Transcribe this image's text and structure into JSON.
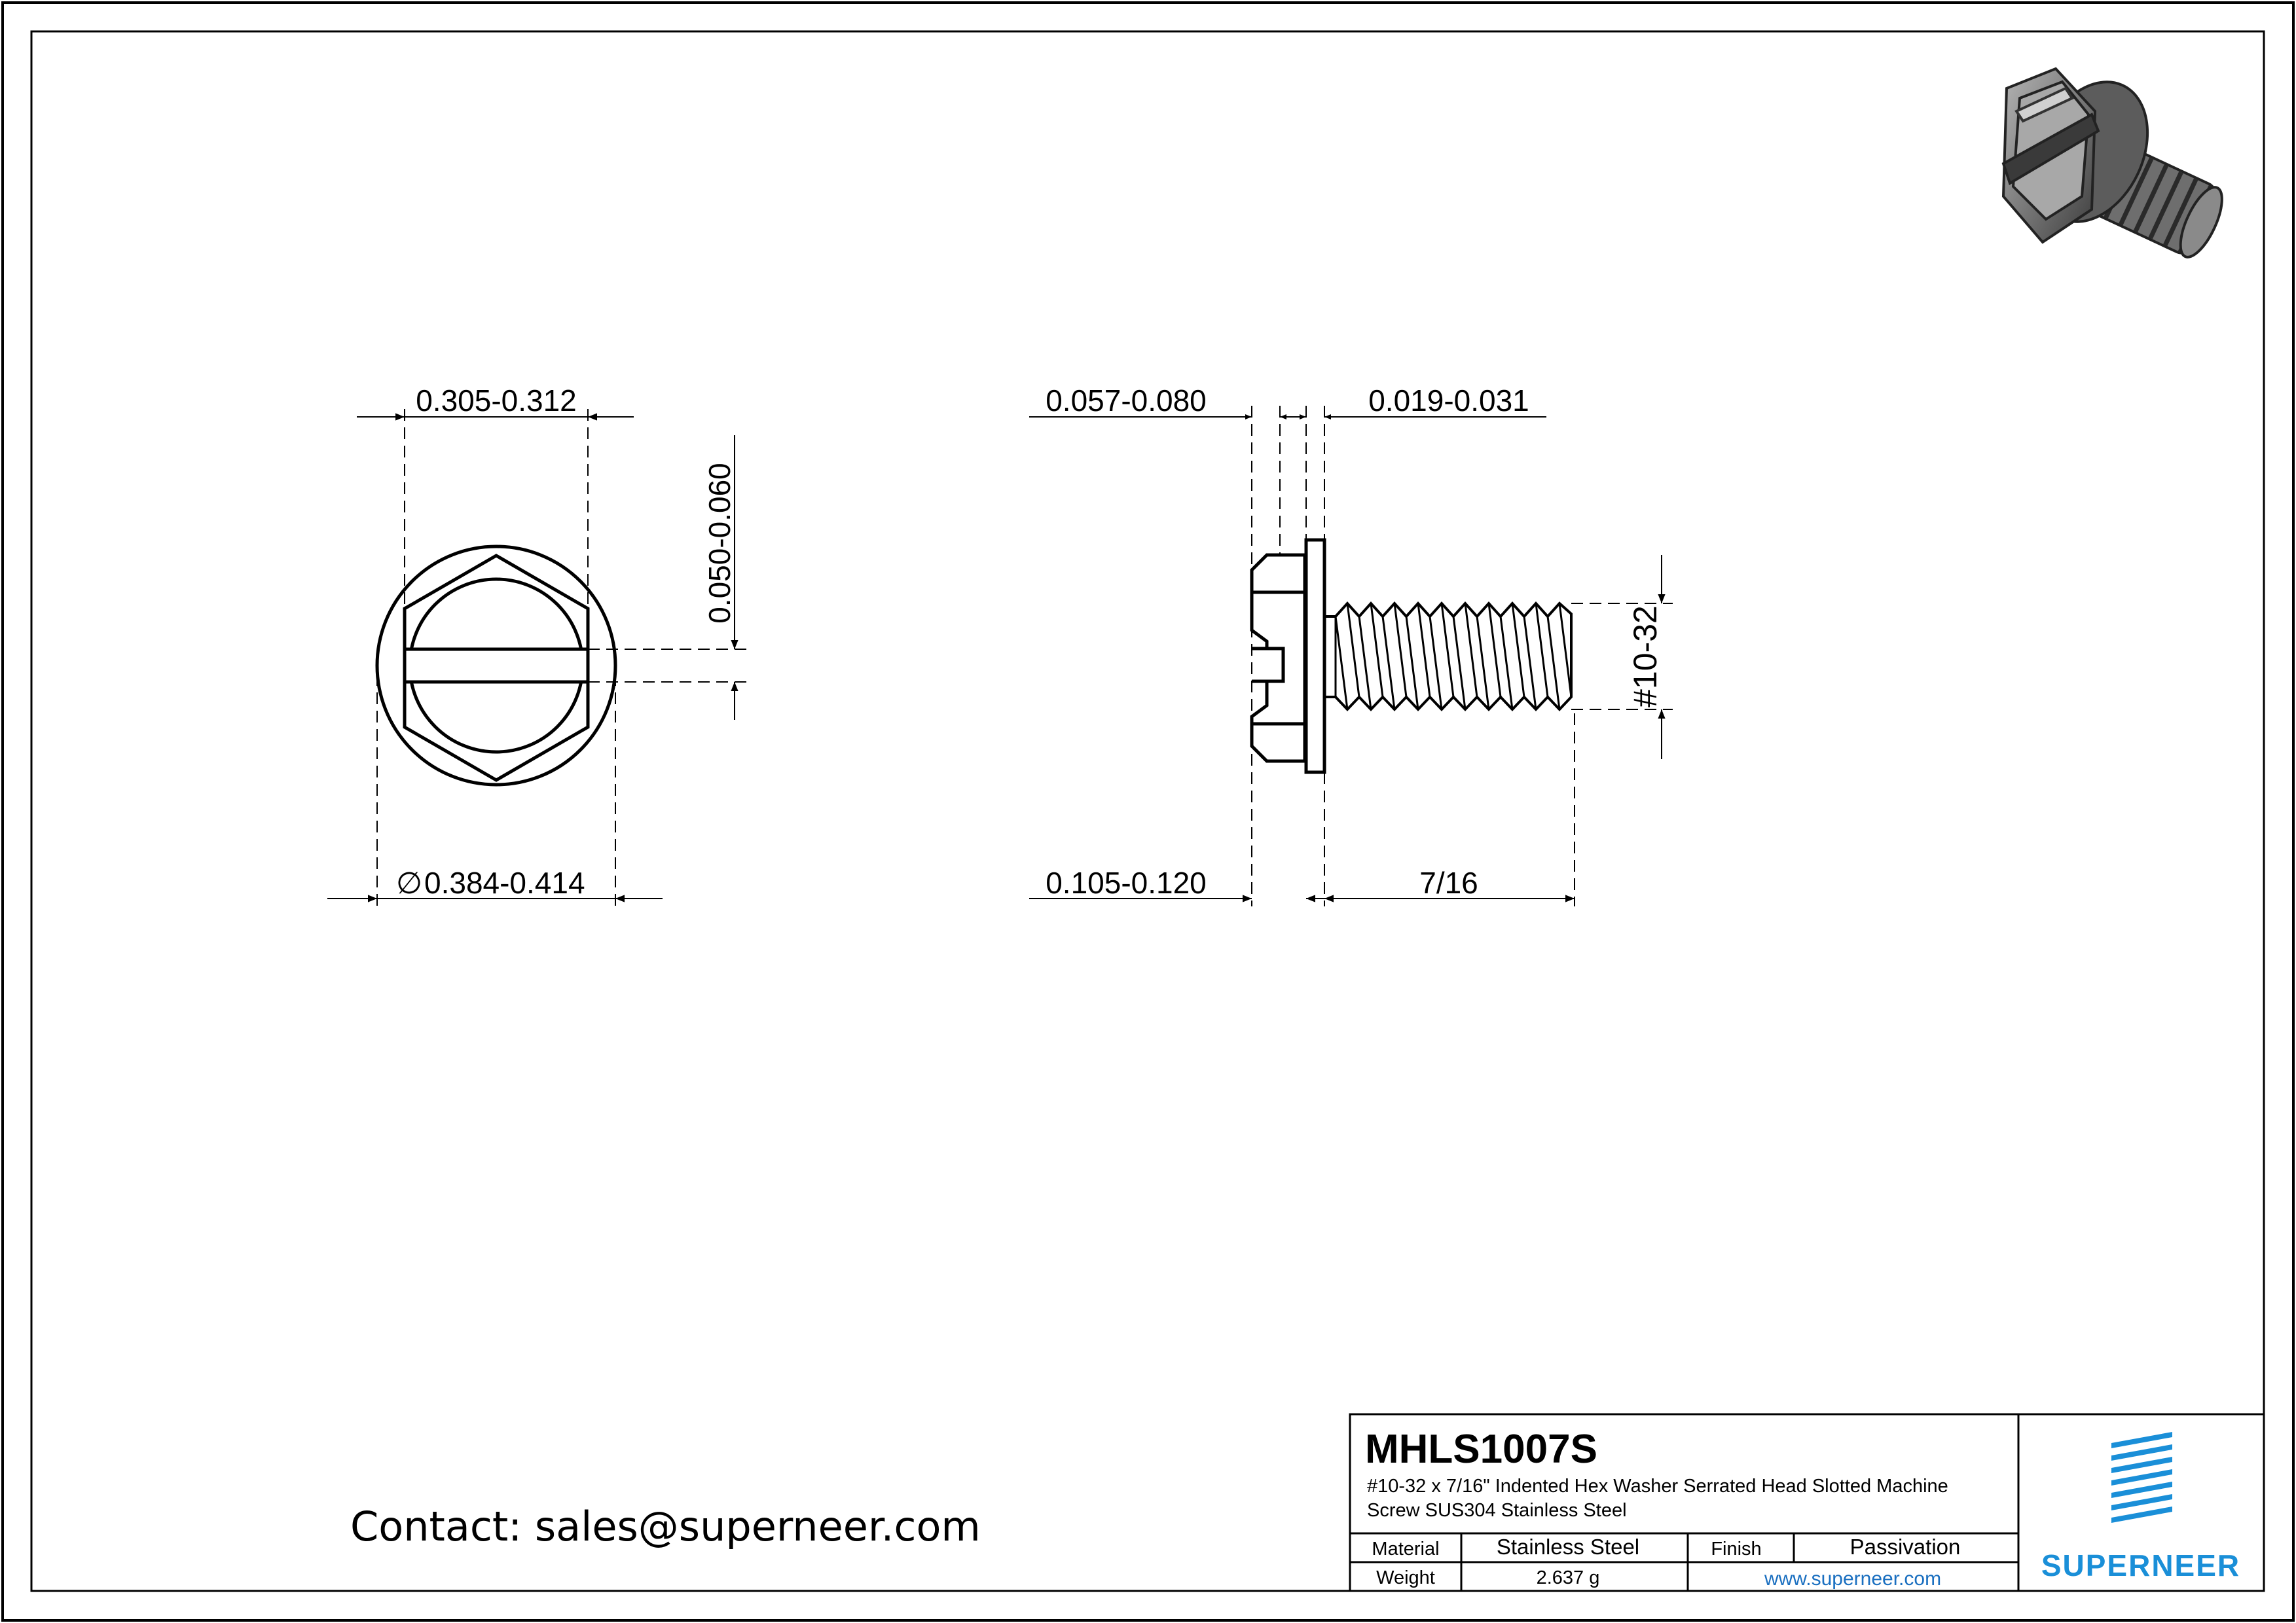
{
  "dimensions": {
    "hex_across_flats": "0.305-0.312",
    "slot_width": "0.050-0.060",
    "washer_diameter": "0.384-0.414",
    "diameter_symbol": "∅",
    "head_height": "0.057-0.080",
    "washer_thickness": "0.019-0.031",
    "total_head_height": "0.105-0.120",
    "length": "7/16",
    "thread": "#10-32"
  },
  "contact": "Contact: sales@superneer.com",
  "title_block": {
    "part_number": "MHLS1007S",
    "description_line1": "#10-32 x 7/16\" Indented Hex Washer Serrated Head Slotted Machine",
    "description_line2": "Screw SUS304 Stainless Steel",
    "material_label": "Material",
    "material_value": "Stainless Steel",
    "finish_label": "Finish",
    "finish_value": "Passivation",
    "weight_label": "Weight",
    "weight_value": "2.637 g",
    "website": "www.superneer.com",
    "logo_text": "SUPERNEER",
    "logo_color": "#1a8fd8",
    "link_color": "#1a6fc0"
  }
}
